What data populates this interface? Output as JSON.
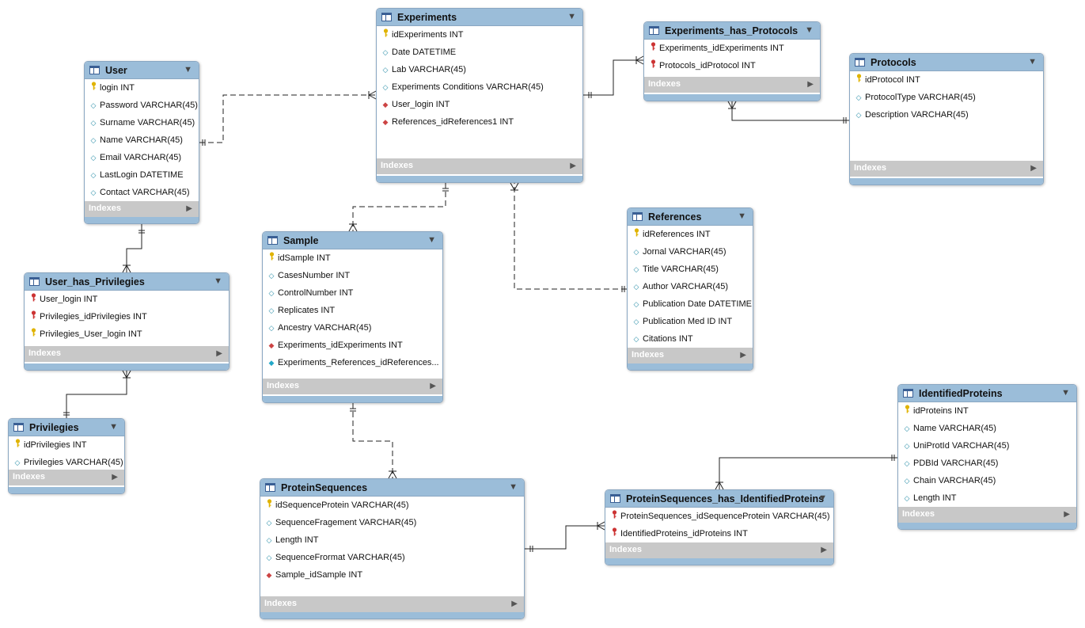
{
  "diagram": {
    "indexes_label": "Indexes",
    "tables": [
      {
        "name": "User",
        "columns": [
          {
            "text": "login INT",
            "kind": "pk"
          },
          {
            "text": "Password VARCHAR(45)",
            "kind": "attr"
          },
          {
            "text": "Surname VARCHAR(45)",
            "kind": "attr"
          },
          {
            "text": "Name VARCHAR(45)",
            "kind": "attr"
          },
          {
            "text": "Email VARCHAR(45)",
            "kind": "attr"
          },
          {
            "text": "LastLogin DATETIME",
            "kind": "attr"
          },
          {
            "text": "Contact VARCHAR(45)",
            "kind": "attr"
          }
        ]
      },
      {
        "name": "Experiments",
        "columns": [
          {
            "text": "idExperiments INT",
            "kind": "pk"
          },
          {
            "text": "Date DATETIME",
            "kind": "attr"
          },
          {
            "text": "Lab VARCHAR(45)",
            "kind": "attr"
          },
          {
            "text": "Experiments Conditions VARCHAR(45)",
            "kind": "attr"
          },
          {
            "text": "User_login INT",
            "kind": "fk-diamond"
          },
          {
            "text": "References_idReferences1 INT",
            "kind": "fk-diamond"
          }
        ]
      },
      {
        "name": "Experiments_has_Protocols",
        "columns": [
          {
            "text": "Experiments_idExperiments INT",
            "kind": "fk"
          },
          {
            "text": "Protocols_idProtocol INT",
            "kind": "fk"
          }
        ]
      },
      {
        "name": "Protocols",
        "columns": [
          {
            "text": "idProtocol INT",
            "kind": "pk"
          },
          {
            "text": "ProtocolType VARCHAR(45)",
            "kind": "attr"
          },
          {
            "text": "Description VARCHAR(45)",
            "kind": "attr"
          }
        ]
      },
      {
        "name": "User_has_Privilegies",
        "columns": [
          {
            "text": "User_login INT",
            "kind": "fk"
          },
          {
            "text": "Privilegies_idPrivilegies INT",
            "kind": "fk"
          },
          {
            "text": "Privilegies_User_login INT",
            "kind": "pk"
          }
        ]
      },
      {
        "name": "Privilegies",
        "columns": [
          {
            "text": "idPrivilegies INT",
            "kind": "pk"
          },
          {
            "text": "Privilegies VARCHAR(45)",
            "kind": "attr"
          }
        ]
      },
      {
        "name": "Sample",
        "columns": [
          {
            "text": "idSample INT",
            "kind": "pk"
          },
          {
            "text": "CasesNumber INT",
            "kind": "attr"
          },
          {
            "text": "ControlNumber INT",
            "kind": "attr"
          },
          {
            "text": "Replicates INT",
            "kind": "attr"
          },
          {
            "text": "Ancestry VARCHAR(45)",
            "kind": "attr"
          },
          {
            "text": "Experiments_idExperiments INT",
            "kind": "fk-diamond"
          },
          {
            "text": "Experiments_References_idReferences...",
            "kind": "attr-cyan"
          }
        ]
      },
      {
        "name": "References",
        "columns": [
          {
            "text": "idReferences INT",
            "kind": "pk"
          },
          {
            "text": "Jornal VARCHAR(45)",
            "kind": "attr"
          },
          {
            "text": "Title VARCHAR(45)",
            "kind": "attr"
          },
          {
            "text": "Author VARCHAR(45)",
            "kind": "attr"
          },
          {
            "text": "Publication Date DATETIME",
            "kind": "attr"
          },
          {
            "text": "Publication Med ID INT",
            "kind": "attr"
          },
          {
            "text": "Citations INT",
            "kind": "attr"
          }
        ]
      },
      {
        "name": "IdentifiedProteins",
        "columns": [
          {
            "text": "idProteins INT",
            "kind": "pk"
          },
          {
            "text": "Name VARCHAR(45)",
            "kind": "attr"
          },
          {
            "text": "UniProtId VARCHAR(45)",
            "kind": "attr"
          },
          {
            "text": "PDBId VARCHAR(45)",
            "kind": "attr"
          },
          {
            "text": "Chain VARCHAR(45)",
            "kind": "attr"
          },
          {
            "text": "Length INT",
            "kind": "attr"
          }
        ]
      },
      {
        "name": "ProteinSequences",
        "columns": [
          {
            "text": "idSequenceProtein VARCHAR(45)",
            "kind": "pk"
          },
          {
            "text": "SequenceFragement VARCHAR(45)",
            "kind": "attr"
          },
          {
            "text": "Length INT",
            "kind": "attr"
          },
          {
            "text": "SequenceFrormat VARCHAR(45)",
            "kind": "attr"
          },
          {
            "text": "Sample_idSample INT",
            "kind": "fk-diamond"
          }
        ]
      },
      {
        "name": "ProteinSequences_has_IdentifiedProteins",
        "columns": [
          {
            "text": "ProteinSequences_idSequenceProtein VARCHAR(45)",
            "kind": "fk"
          },
          {
            "text": "IdentifiedProteins_idProteins INT",
            "kind": "fk"
          }
        ]
      }
    ],
    "relationships": [
      {
        "from": "User",
        "to": "Experiments",
        "style": "dashed"
      },
      {
        "from": "Experiments",
        "to": "Experiments_has_Protocols",
        "style": "solid"
      },
      {
        "from": "Protocols",
        "to": "Experiments_has_Protocols",
        "style": "solid"
      },
      {
        "from": "Experiments",
        "to": "Sample",
        "style": "dashed"
      },
      {
        "from": "References",
        "to": "Experiments",
        "style": "dashed"
      },
      {
        "from": "User",
        "to": "User_has_Privilegies",
        "style": "solid"
      },
      {
        "from": "Privilegies",
        "to": "User_has_Privilegies",
        "style": "solid"
      },
      {
        "from": "Sample",
        "to": "ProteinSequences",
        "style": "dashed"
      },
      {
        "from": "ProteinSequences",
        "to": "ProteinSequences_has_IdentifiedProteins",
        "style": "solid"
      },
      {
        "from": "IdentifiedProteins",
        "to": "ProteinSequences_has_IdentifiedProteins",
        "style": "solid"
      }
    ],
    "colors": {
      "header": "#9bbdd9",
      "border": "#8aa7c2",
      "indexes_bar": "#c8c8c8",
      "pk_key": "#e0b300",
      "fk_key": "#cc3333",
      "fk_diamond": "#cc4444",
      "attr_diamond": "#2a8ea8"
    }
  }
}
